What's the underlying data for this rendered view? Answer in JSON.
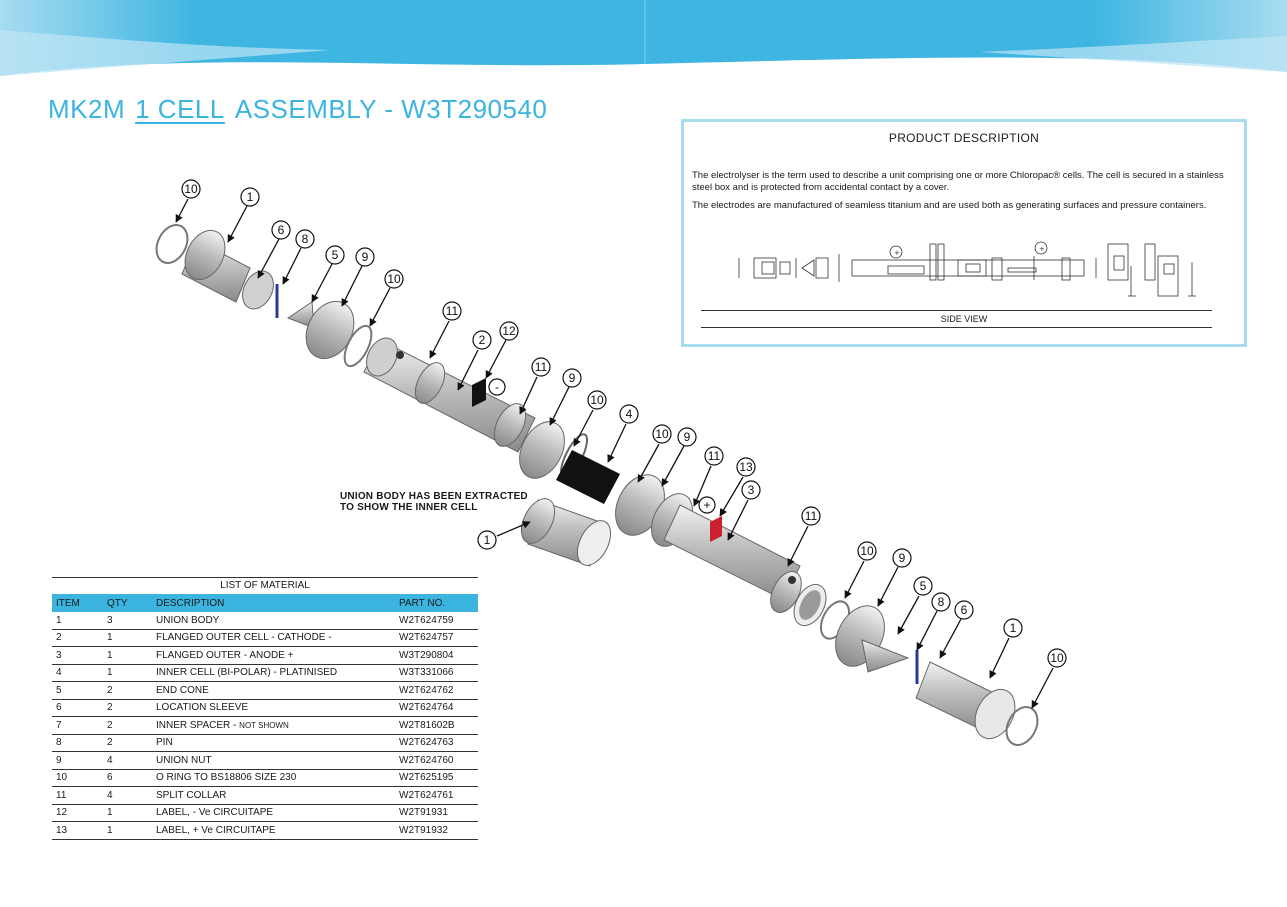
{
  "title": {
    "prefix": "MK2M",
    "underlined": "1 CELL",
    "suffix": "ASSEMBLY - W3T290540"
  },
  "description": {
    "heading": "PRODUCT DESCRIPTION",
    "para1": "The electrolyser is the term used to describe a unit comprising one or more Chloropac® cells. The cell is secured in a stainless steel box and is protected from accidental contact by a cover.",
    "para2": "The electrodes are manufactured of seamless titanium and are used both as generating surfaces and pressure containers.",
    "side_view_label": "SIDE VIEW"
  },
  "diagram": {
    "note_line1": "UNION BODY HAS BEEN EXTRACTED",
    "note_line2": "TO SHOW THE INNER CELL",
    "callouts": [
      "10",
      "1",
      "6",
      "8",
      "5",
      "9",
      "10",
      "11",
      "2",
      "12",
      "11",
      "9",
      "10",
      "4",
      "10",
      "9",
      "11",
      "13",
      "3",
      "1",
      "11",
      "10",
      "9",
      "5",
      "8",
      "6",
      "1",
      "10"
    ],
    "minus_label": "-",
    "plus_label": "+",
    "colors": {
      "accent": "#3cb4e0",
      "inner_cell": "#111111",
      "pin": "#2a3a9a",
      "label_plus": "#cc1f2f"
    }
  },
  "bom": {
    "title": "LIST OF MATERIAL",
    "headers": [
      "ITEM",
      "QTY",
      "DESCRIPTION",
      "PART NO."
    ],
    "rows": [
      {
        "item": "1",
        "qty": "3",
        "desc": "UNION BODY",
        "small": "",
        "part": "W2T624759"
      },
      {
        "item": "2",
        "qty": "1",
        "desc": "FLANGED OUTER CELL - CATHODE -",
        "small": "",
        "part": "W2T624757"
      },
      {
        "item": "3",
        "qty": "1",
        "desc": "FLANGED OUTER - ANODE +",
        "small": "",
        "part": "W3T290804"
      },
      {
        "item": "4",
        "qty": "1",
        "desc": "INNER CELL (BI-POLAR) - PLATINISED",
        "small": "",
        "part": "W3T331066"
      },
      {
        "item": "5",
        "qty": "2",
        "desc": "END CONE",
        "small": "",
        "part": "W2T624762"
      },
      {
        "item": "6",
        "qty": "2",
        "desc": "LOCATION SLEEVE",
        "small": "",
        "part": "W2T624764"
      },
      {
        "item": "7",
        "qty": "2",
        "desc": "INNER SPACER - ",
        "small": "NOT SHOWN",
        "part": "W2T81602B"
      },
      {
        "item": "8",
        "qty": "2",
        "desc": "PIN",
        "small": "",
        "part": "W2T624763"
      },
      {
        "item": "9",
        "qty": "4",
        "desc": "UNION NUT",
        "small": "",
        "part": "W2T624760"
      },
      {
        "item": "10",
        "qty": "6",
        "desc": "O RING TO BS18806 SIZE 230",
        "small": "",
        "part": "W2T625195"
      },
      {
        "item": "11",
        "qty": "4",
        "desc": "SPLIT COLLAR",
        "small": "",
        "part": "W2T624761"
      },
      {
        "item": "12",
        "qty": "1",
        "desc": "LABEL, - Ve CIRCUITAPE",
        "small": "",
        "part": "W2T91931"
      },
      {
        "item": "13",
        "qty": "1",
        "desc": "LABEL, + Ve CIRCUITAPE",
        "small": "",
        "part": "W2T91932"
      }
    ]
  }
}
